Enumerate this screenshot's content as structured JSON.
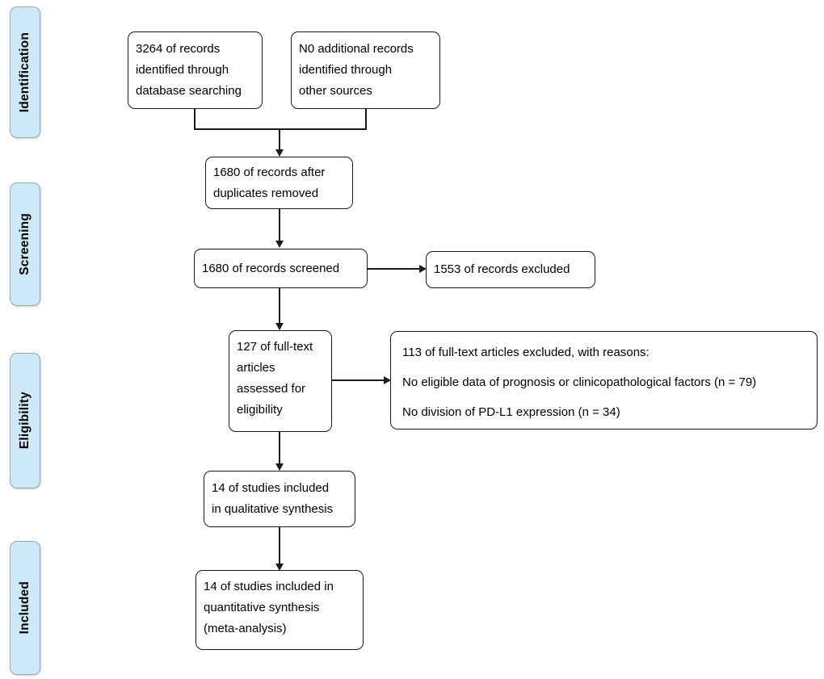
{
  "diagram": {
    "type": "PRISMA flow diagram",
    "phases": [
      {
        "label": "Identification"
      },
      {
        "label": "Screening"
      },
      {
        "label": "Eligibility"
      },
      {
        "label": "Included"
      }
    ],
    "boxes": {
      "database_records": {
        "lines": [
          "3264 of records",
          "identified through",
          "database searching"
        ]
      },
      "other_records": {
        "lines": [
          "N0 additional records",
          "identified through",
          "other sources"
        ]
      },
      "after_duplicates": {
        "lines": [
          "1680 of records after",
          "duplicates removed"
        ]
      },
      "records_screened": {
        "lines": [
          "1680 of records screened"
        ]
      },
      "records_excluded": {
        "lines": [
          "1553 of records excluded"
        ]
      },
      "fulltext_assessed": {
        "lines": [
          "127 of full-text",
          "articles",
          "assessed for",
          "eligibility"
        ]
      },
      "fulltext_excluded": {
        "lines": [
          "113 of full-text articles excluded, with reasons:",
          "No eligible data of prognosis or clinicopathological factors (n = 79)",
          "No division of PD-L1 expression (n = 34)"
        ]
      },
      "qualitative": {
        "lines": [
          "14 of studies included",
          "in qualitative synthesis"
        ]
      },
      "quantitative": {
        "lines": [
          "14 of studies included in",
          "quantitative synthesis",
          "(meta-analysis)"
        ]
      }
    },
    "counts": {
      "database_records": 3264,
      "other_records": 0,
      "after_duplicates": 1680,
      "records_screened": 1680,
      "records_excluded": 1553,
      "fulltext_assessed": 127,
      "fulltext_excluded_total": 113,
      "excluded_no_eligible_data": 79,
      "excluded_no_division_pdl1": 34,
      "qualitative_included": 14,
      "quantitative_included": 14
    },
    "colors": {
      "phase_fill": "#cde8f6",
      "phase_border": "#9aa8ae",
      "box_border": "#1a1a1a",
      "connector": "#1a1a1a",
      "background": "#ffffff"
    }
  }
}
